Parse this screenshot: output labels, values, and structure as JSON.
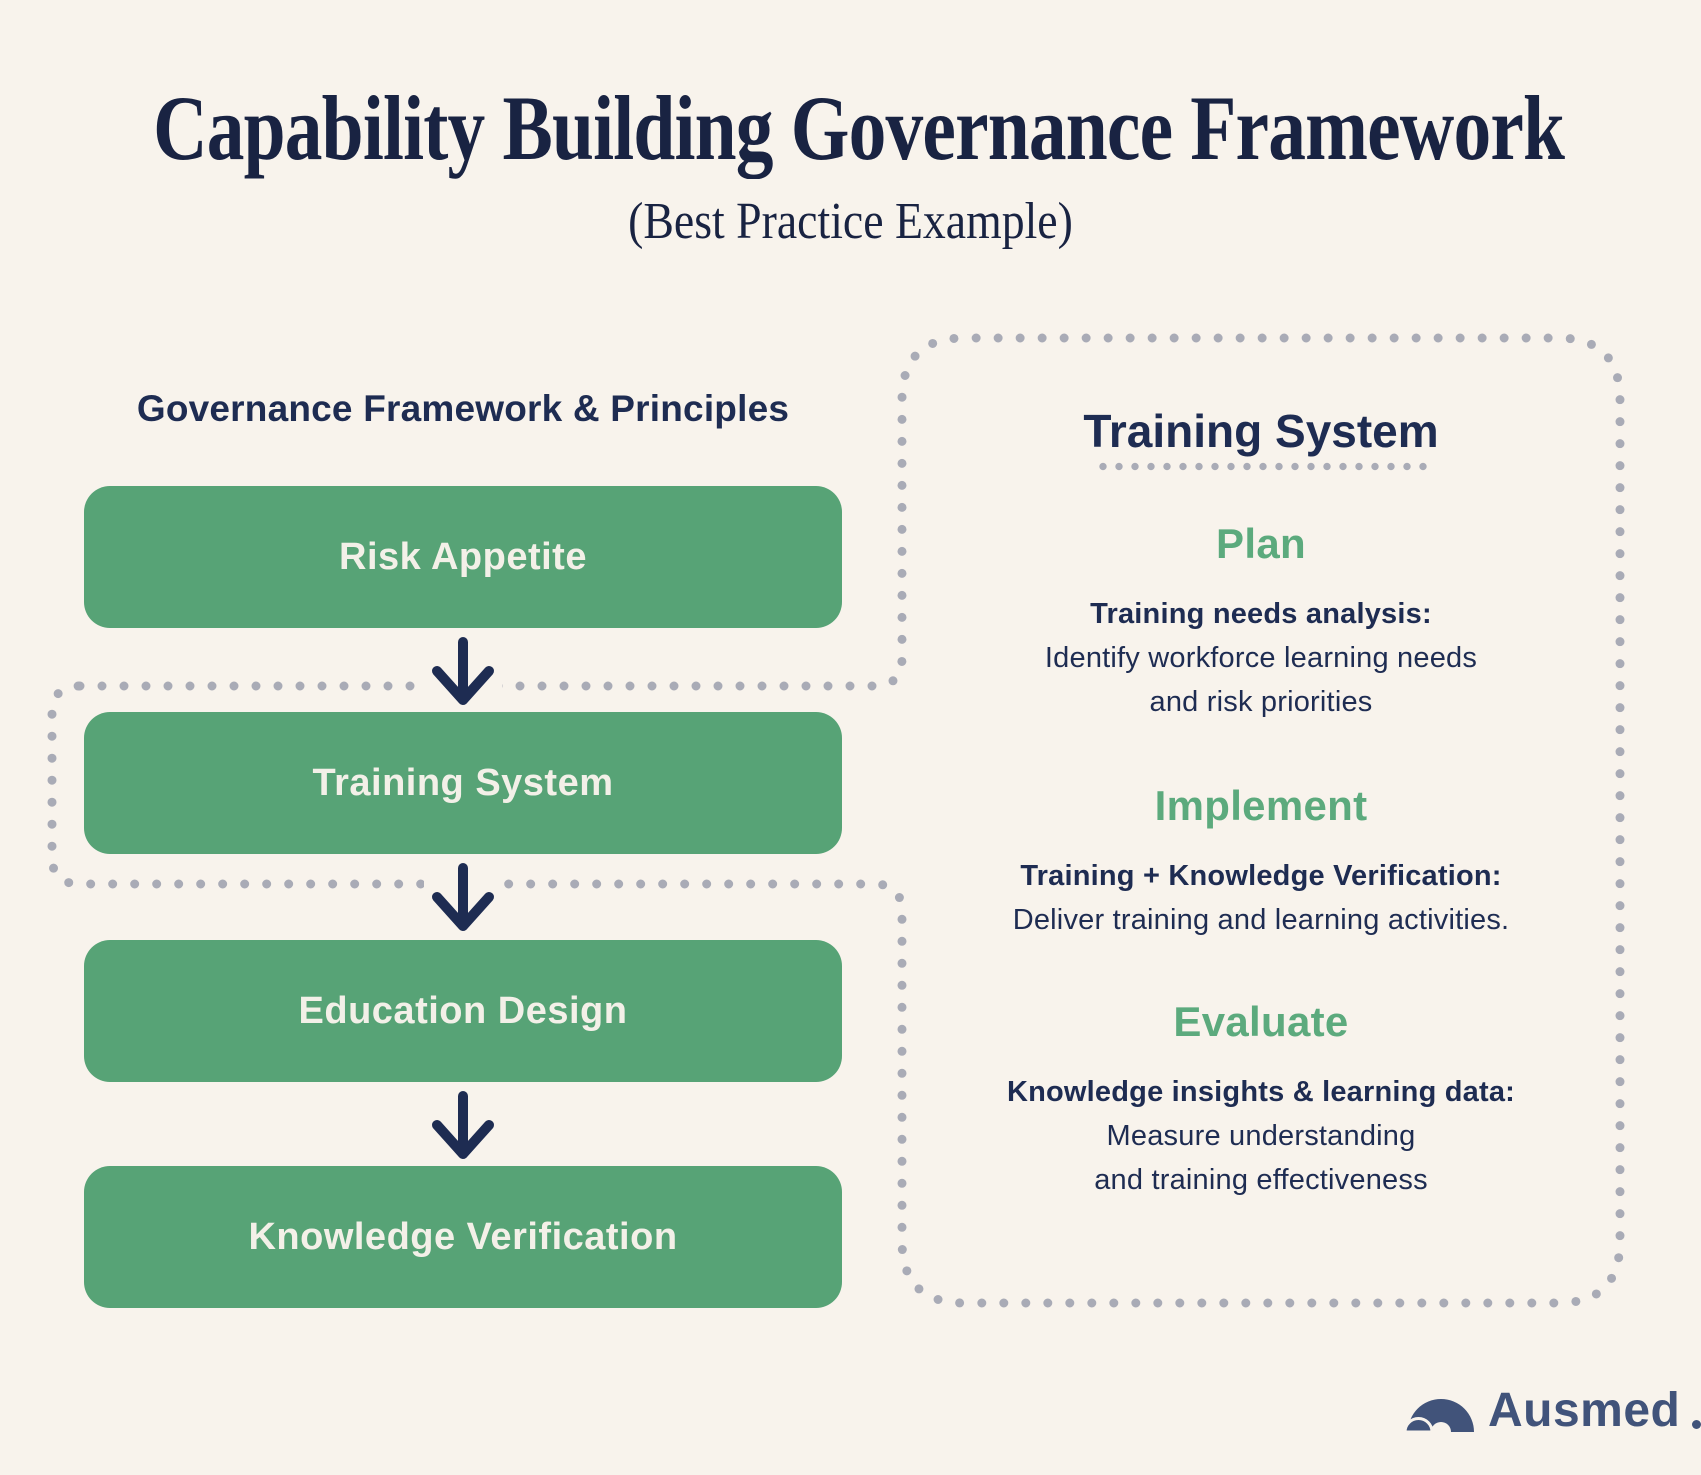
{
  "page": {
    "title": "Capability Building Governance Framework",
    "subtitle": "(Best Practice Example)"
  },
  "flowchart": {
    "heading": "Governance Framework & Principles",
    "steps": [
      "Risk Appetite",
      "Training System",
      "Education Design",
      "Knowledge Verification"
    ]
  },
  "panel": {
    "title": "Training System",
    "sections": [
      {
        "heading": "Plan",
        "lead": "Training needs analysis:",
        "lines": [
          "Identify workforce learning needs",
          "and risk priorities"
        ]
      },
      {
        "heading": "Implement",
        "lead": "Training + Knowledge Verification:",
        "lines": [
          "Deliver training and learning activities."
        ]
      },
      {
        "heading": "Evaluate",
        "lead": "Knowledge insights & learning data:",
        "lines": [
          "Measure understanding",
          "and training effectiveness"
        ]
      }
    ]
  },
  "footer": {
    "brand": "Ausmed"
  },
  "colors": {
    "background": "#f8f3ec",
    "box-green": "#57a376",
    "heading-green": "#5caa7d",
    "navy": "#1e2c52",
    "title-navy": "#192342",
    "dot-gray": "#a9abb6",
    "logo-navy": "#41537a",
    "box-label": "#f3f0e8"
  }
}
